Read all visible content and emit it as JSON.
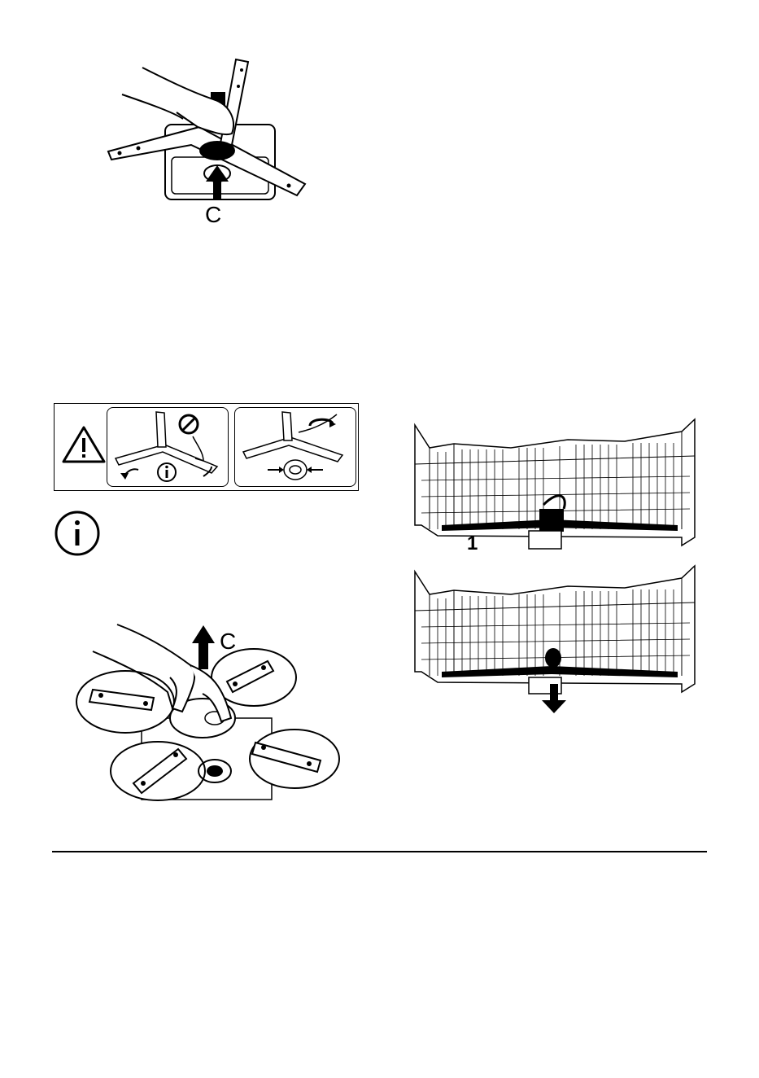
{
  "figures": {
    "lower_arm_removal": {
      "label": "C"
    },
    "upper_arm_removal": {
      "label": "C"
    },
    "basket_top": {
      "label": "1"
    }
  },
  "colors": {
    "ink": "#000000",
    "paper": "#ffffff"
  },
  "icons": {
    "warning": "warning-triangle-icon",
    "info": "info-icon",
    "prohibited": "prohibited-icon",
    "rotate": "rotate-arrow-icon"
  }
}
